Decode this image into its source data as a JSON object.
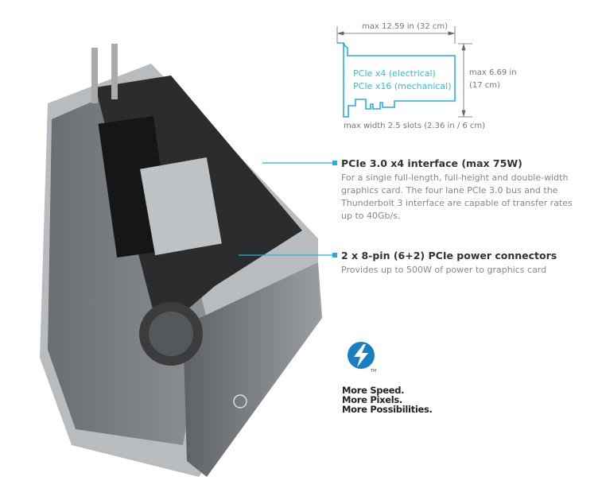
{
  "card_diagram": {
    "length_label": "max 12.59 in (32 cm)",
    "height_label_1": "max 6.69 in",
    "height_label_2": "(17 cm)",
    "width_label": "max width 2.5 slots (2.36 in / 6 cm)",
    "card_text_1": "PCIe x4 (electrical)",
    "card_text_2": "PCIe x16 (mechanical)"
  },
  "callouts": [
    {
      "title": "PCIe 3.0 x4 interface (max 75W)",
      "text": "For a single full-length, full-height and double-width graphics card. The four lane PCIe 3.0 bus and the Thunderbolt 3 interface are capable of transfer rates up to 40Gb/s."
    },
    {
      "title": "2 x 8-pin (6+2) PCIe power connectors",
      "text": "Provides up to 500W of power to graphics card"
    }
  ],
  "thunderbolt": {
    "icon": "thunderbolt-logo",
    "tm": "TM",
    "lines": [
      "More Speed.",
      "More Pixels.",
      "More Possibilities."
    ]
  },
  "colors": {
    "accent": "#29abe2",
    "logo_blue": "#1a7fc1"
  }
}
